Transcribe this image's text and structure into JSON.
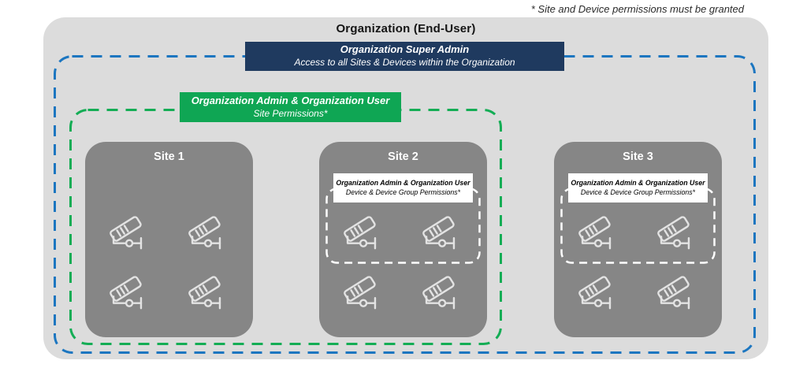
{
  "note": "* Site and Device permissions must be granted",
  "title": "Organization (End-User)",
  "super_admin_banner": {
    "title": "Organization Super Admin",
    "subtitle": "Access to all Sites & Devices within the Organization"
  },
  "site_permissions_banner": {
    "title": "Organization Admin & Organization User",
    "subtitle": "Site Permissions*"
  },
  "device_permissions_label": {
    "title": "Organization Admin & Organization User",
    "subtitle": "Device & Device Group Permissions*"
  },
  "sites": [
    {
      "name": "Site 1",
      "camera_count": 4,
      "has_device_permission_box": false
    },
    {
      "name": "Site 2",
      "camera_count": 4,
      "has_device_permission_box": true
    },
    {
      "name": "Site 3",
      "camera_count": 4,
      "has_device_permission_box": true
    }
  ],
  "icons": {
    "camera": "security-camera-icon"
  },
  "colors": {
    "navy_banner": "#1f3a5f",
    "green_banner": "#0fa654",
    "blue_dashed_border": "#1c76c0",
    "green_dashed_border": "#14ad55",
    "white_dashed_border": "#ffffff",
    "site_gray": "#868686",
    "container_gray": "#dcdcdc",
    "camera_icon_stroke": "#e3e3e3"
  }
}
